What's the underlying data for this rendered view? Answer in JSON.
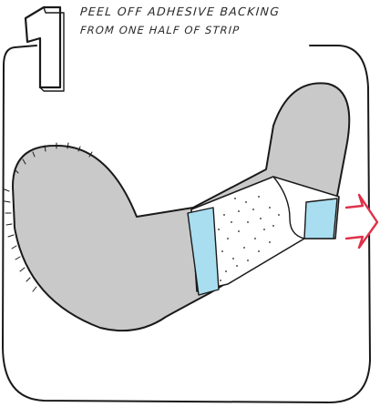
{
  "step": {
    "number": "1",
    "caption_line_1": "PEEL OFF ADHESIVE BACKING",
    "caption_line_2": "FROM ONE HALF OF STRIP"
  },
  "colors": {
    "outline": "#1a1a1a",
    "limb_fill": "#c9c9c9",
    "tape_fill": "#a9def0",
    "tape_outline": "#6aaec8",
    "arrow": "#e0304a",
    "background": "#ffffff"
  },
  "icons": {
    "step_badge": "hollow-number-one",
    "pull_direction": "arrow-right-icon"
  }
}
